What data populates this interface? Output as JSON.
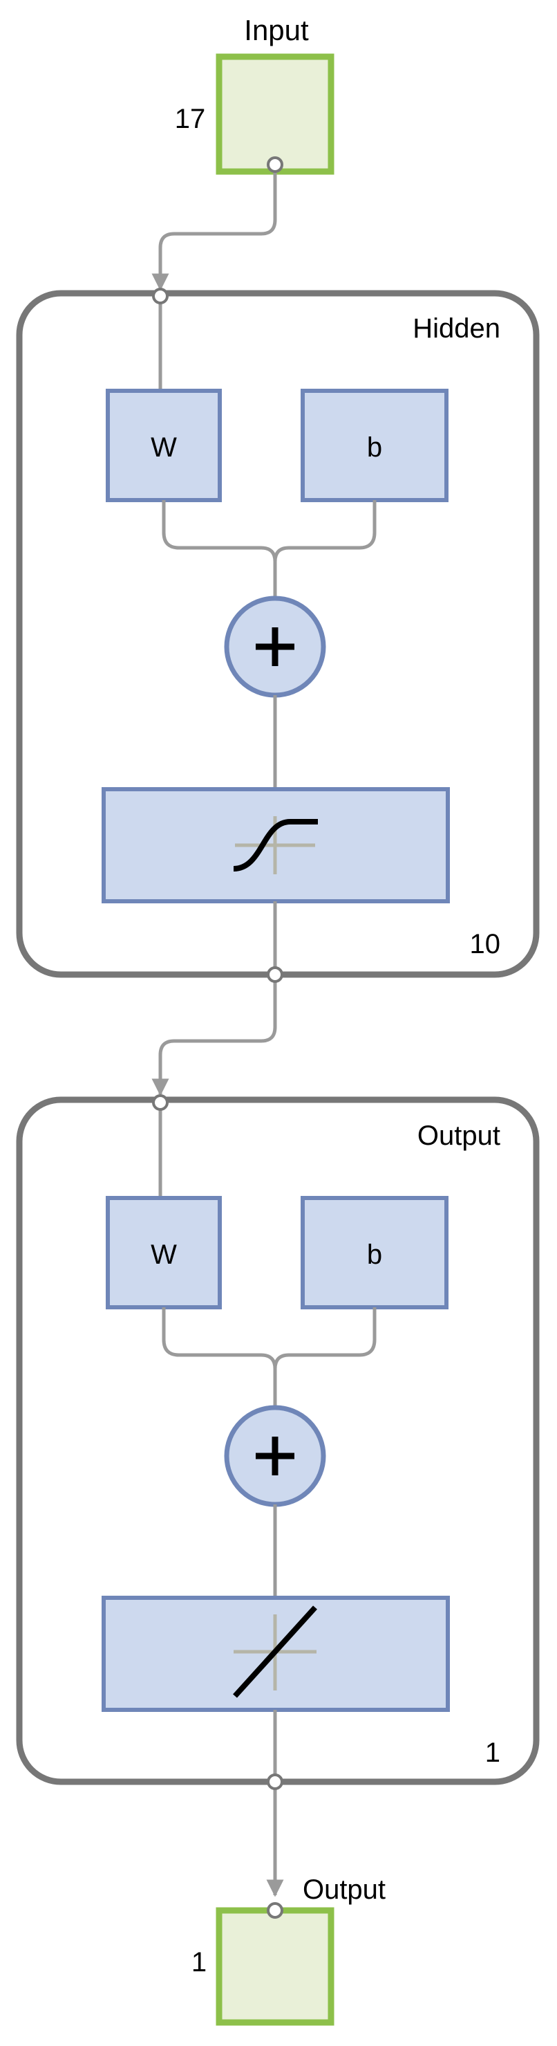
{
  "input": {
    "title": "Input",
    "size": "17"
  },
  "hidden": {
    "title": "Hidden",
    "size": "10",
    "weight_label": "W",
    "bias_label": "b",
    "transfer": "sigmoid"
  },
  "output_layer": {
    "title": "Output",
    "size": "1",
    "weight_label": "W",
    "bias_label": "b",
    "transfer": "linear"
  },
  "output": {
    "title": "Output",
    "size": "1"
  },
  "colors": {
    "io_fill": "#e9f0d8",
    "io_stroke": "#8dc04a",
    "layer_stroke": "#777777",
    "block_fill": "#cdd9ee",
    "block_stroke": "#6f86b8",
    "wire": "#9a9a9a"
  }
}
